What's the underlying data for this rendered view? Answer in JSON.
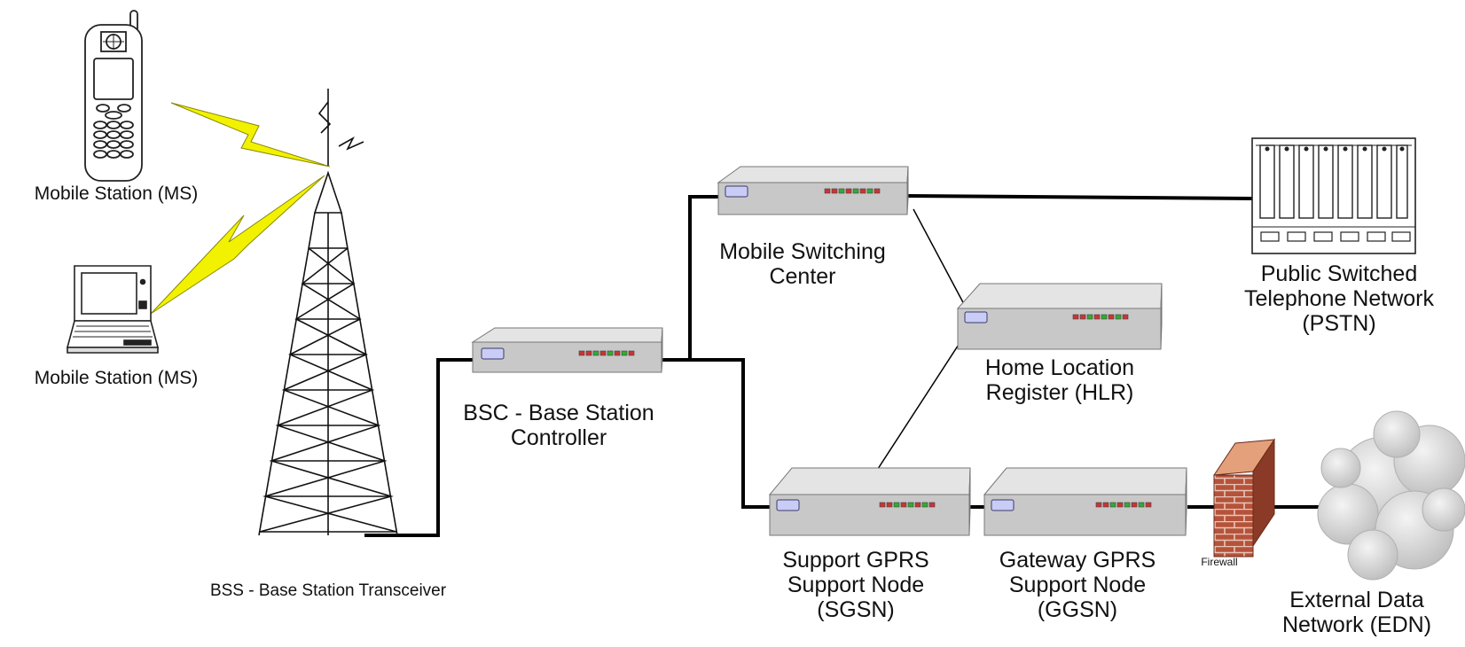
{
  "labels": {
    "ms_phone": "Mobile Station (MS)",
    "ms_laptop": "Mobile Station (MS)",
    "bts": "BSS - Base Station Transceiver",
    "bsc": [
      "BSC - Base Station",
      "Controller"
    ],
    "msc": [
      "Mobile Switching",
      "Center"
    ],
    "hlr": [
      "Home Location",
      "Register (HLR)"
    ],
    "pstn": [
      "Public Switched",
      "Telephone Network",
      "(PSTN)"
    ],
    "sgsn": [
      "Support GPRS",
      "Support Node",
      "(SGSN)"
    ],
    "ggsn": [
      "Gateway GPRS",
      "Support Node",
      "(GGSN)"
    ],
    "firewall": "Firewall",
    "edn": [
      "External Data",
      "Network (EDN)"
    ]
  },
  "colors": {
    "device_top": "#e4e4e4",
    "device_front": "#c8c8c8",
    "device_side": "#9a9a9a",
    "lightning": "#f2f200",
    "firewall_brick": "#b5533a",
    "cloud": "#d6d6d6",
    "link": "#000000"
  },
  "icons": [
    "phone-icon",
    "laptop-icon",
    "tower-icon",
    "server-icon",
    "switchboard-icon",
    "firewall-icon",
    "cloud-icon",
    "lightning-icon"
  ]
}
